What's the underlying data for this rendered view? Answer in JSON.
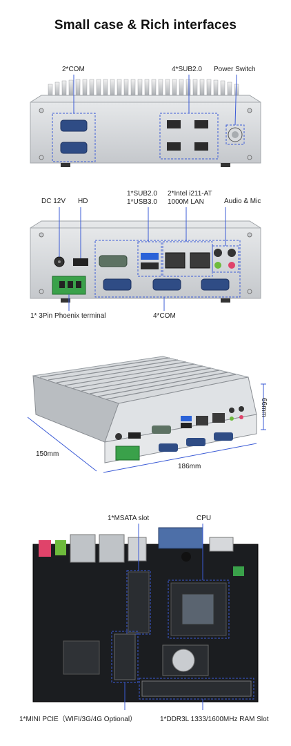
{
  "heading": "Small case & Rich interfaces",
  "front_panel": {
    "com_label": "2*COM",
    "usb_label": "4*SUB2.0",
    "power_label": "Power Switch"
  },
  "rear_panel": {
    "dc_label": "DC 12V",
    "hd_label": "HD",
    "usb_label_1": "1*SUB2.0",
    "usb_label_2": "1*USB3.0",
    "lan_label_1": "2*Intel i211-AT",
    "lan_label_2": "1000M LAN",
    "audio_label": "Audio & Mic",
    "terminal_label": "1* 3Pin Phoenix terminal",
    "com_label": "4*COM"
  },
  "dimensions": {
    "height_label": "66mm",
    "depth_label": "150mm",
    "width_label": "186mm"
  },
  "board": {
    "msata_label": "1*MSATA slot",
    "cpu_label": "CPU",
    "pcie_label": "1*MINI PCIE（WIFI/3G/4G Optional）",
    "ram_label": "1*DDR3L 1333/1600MHz RAM Slot"
  }
}
